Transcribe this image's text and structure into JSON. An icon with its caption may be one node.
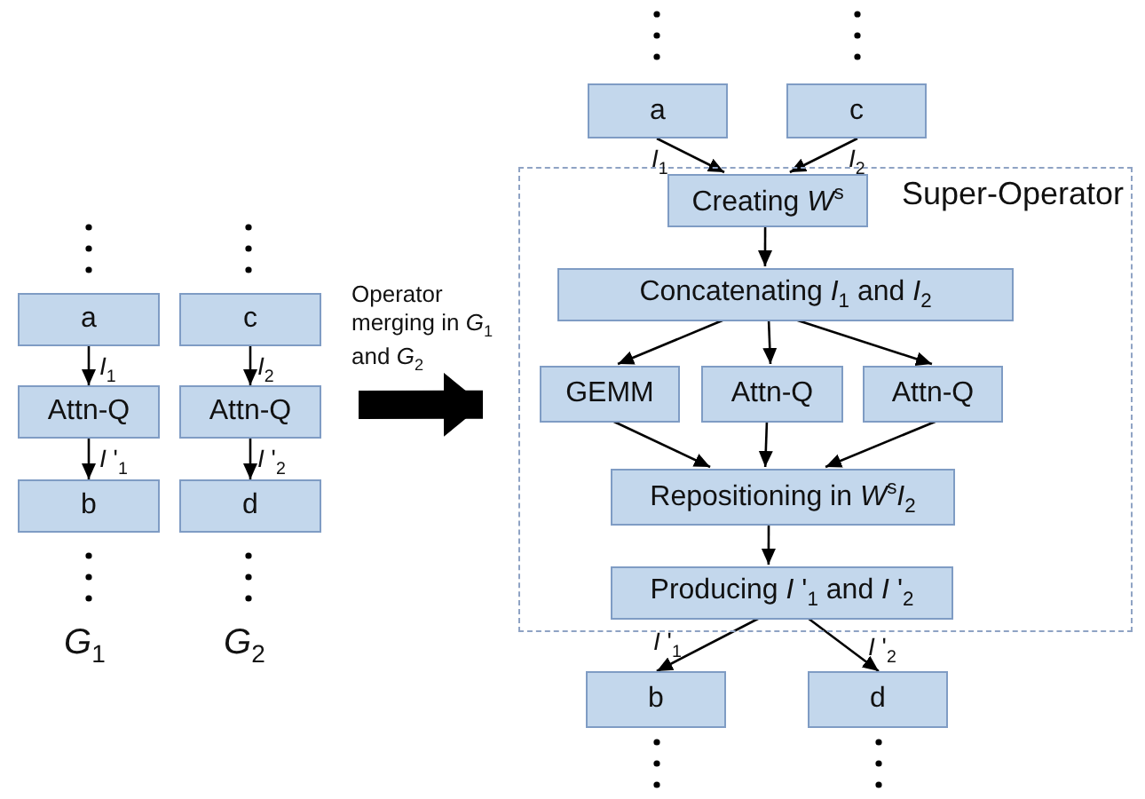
{
  "diagram": {
    "nodes": [
      {
        "text": [
          "a"
        ]
      },
      {
        "text": [
          "Attn-Q"
        ]
      },
      {
        "text": [
          "b"
        ]
      },
      {
        "text": [
          "c"
        ]
      },
      {
        "text": [
          "Attn-Q"
        ]
      },
      {
        "text": [
          "d"
        ]
      },
      {
        "text": [
          "Super-Operator"
        ]
      },
      {
        "text": [
          "a"
        ]
      },
      {
        "text": [
          "c"
        ]
      },
      {
        "text": [
          "Creating *W*$^{s}$"
        ],
        "in": 6
      },
      {
        "text": [
          "Concatenating *I*$_{1}$ and *I*$_{2}$"
        ],
        "in": 6
      },
      {
        "text": [
          "GEMM"
        ],
        "in": 6
      },
      {
        "text": [
          "Attn-Q"
        ],
        "in": 6
      },
      {
        "text": [
          "Attn-Q"
        ],
        "in": 6
      },
      {
        "text": [
          "Repositioning in *W*$^{s}$*I*$_{2}$"
        ],
        "in": 6
      },
      {
        "text": [
          "Producing *I* '$_{1}$ and *I* '$_{2}$"
        ],
        "in": 6
      },
      {
        "text": [
          "b"
        ]
      },
      {
        "text": [
          "d"
        ]
      }
    ],
    "edges": [
      {
        "from": 0,
        "to": 1,
        "arrow": "to",
        "label": "*I*$_{1}$"
      },
      {
        "from": 1,
        "to": 2,
        "arrow": "to",
        "label": "*I* '$_{1}$"
      },
      {
        "from": 3,
        "to": 4,
        "arrow": "to",
        "label": "*I*$_{2}$"
      },
      {
        "from": 4,
        "to": 5,
        "arrow": "to",
        "label": "*I* '$_{2}$"
      },
      {
        "from": null,
        "to": 6,
        "arrow": "to",
        "style": "thick",
        "label": "Operator merging in *G*$_{1}$ and *G*$_{2}$"
      },
      {
        "from": 7,
        "to": 9,
        "arrow": "to",
        "label": "*I*$_{1}$"
      },
      {
        "from": 8,
        "to": 9,
        "arrow": "to",
        "label": "*I*$_{2}$"
      },
      {
        "from": 9,
        "to": 10,
        "arrow": "to"
      },
      {
        "from": 10,
        "to": 11,
        "arrow": "to"
      },
      {
        "from": 10,
        "to": 12,
        "arrow": "to"
      },
      {
        "from": 10,
        "to": 13,
        "arrow": "to"
      },
      {
        "from": 11,
        "to": 14,
        "arrow": "to"
      },
      {
        "from": 12,
        "to": 14,
        "arrow": "to"
      },
      {
        "from": 13,
        "to": 14,
        "arrow": "to"
      },
      {
        "from": 14,
        "to": 15,
        "arrow": "to"
      },
      {
        "from": 15,
        "to": 16,
        "arrow": "to",
        "label": "*I* '$_{1}$"
      },
      {
        "from": 15,
        "to": 17,
        "arrow": "to",
        "label": "*I* '$_{2}$"
      }
    ],
    "labels": [
      "*G*$_{1}$",
      "*G*$_{2}$"
    ]
  }
}
